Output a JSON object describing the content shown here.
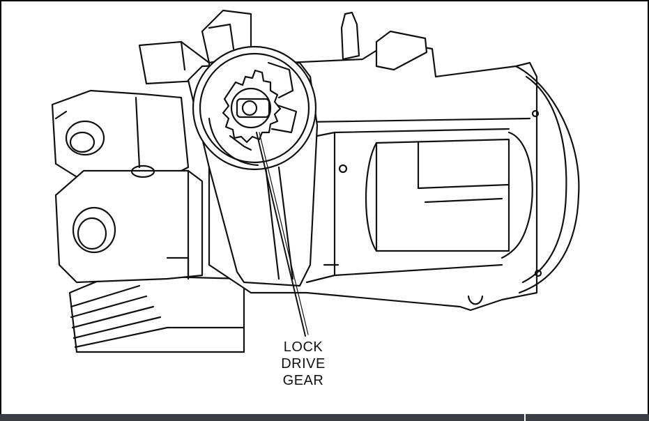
{
  "diagram": {
    "callout_lines": [
      "LOCK",
      "DRIVE",
      "GEAR"
    ]
  },
  "colors": {
    "line": "#111111",
    "background": "#ffffff",
    "bottom_bar": "#3b3f44"
  }
}
